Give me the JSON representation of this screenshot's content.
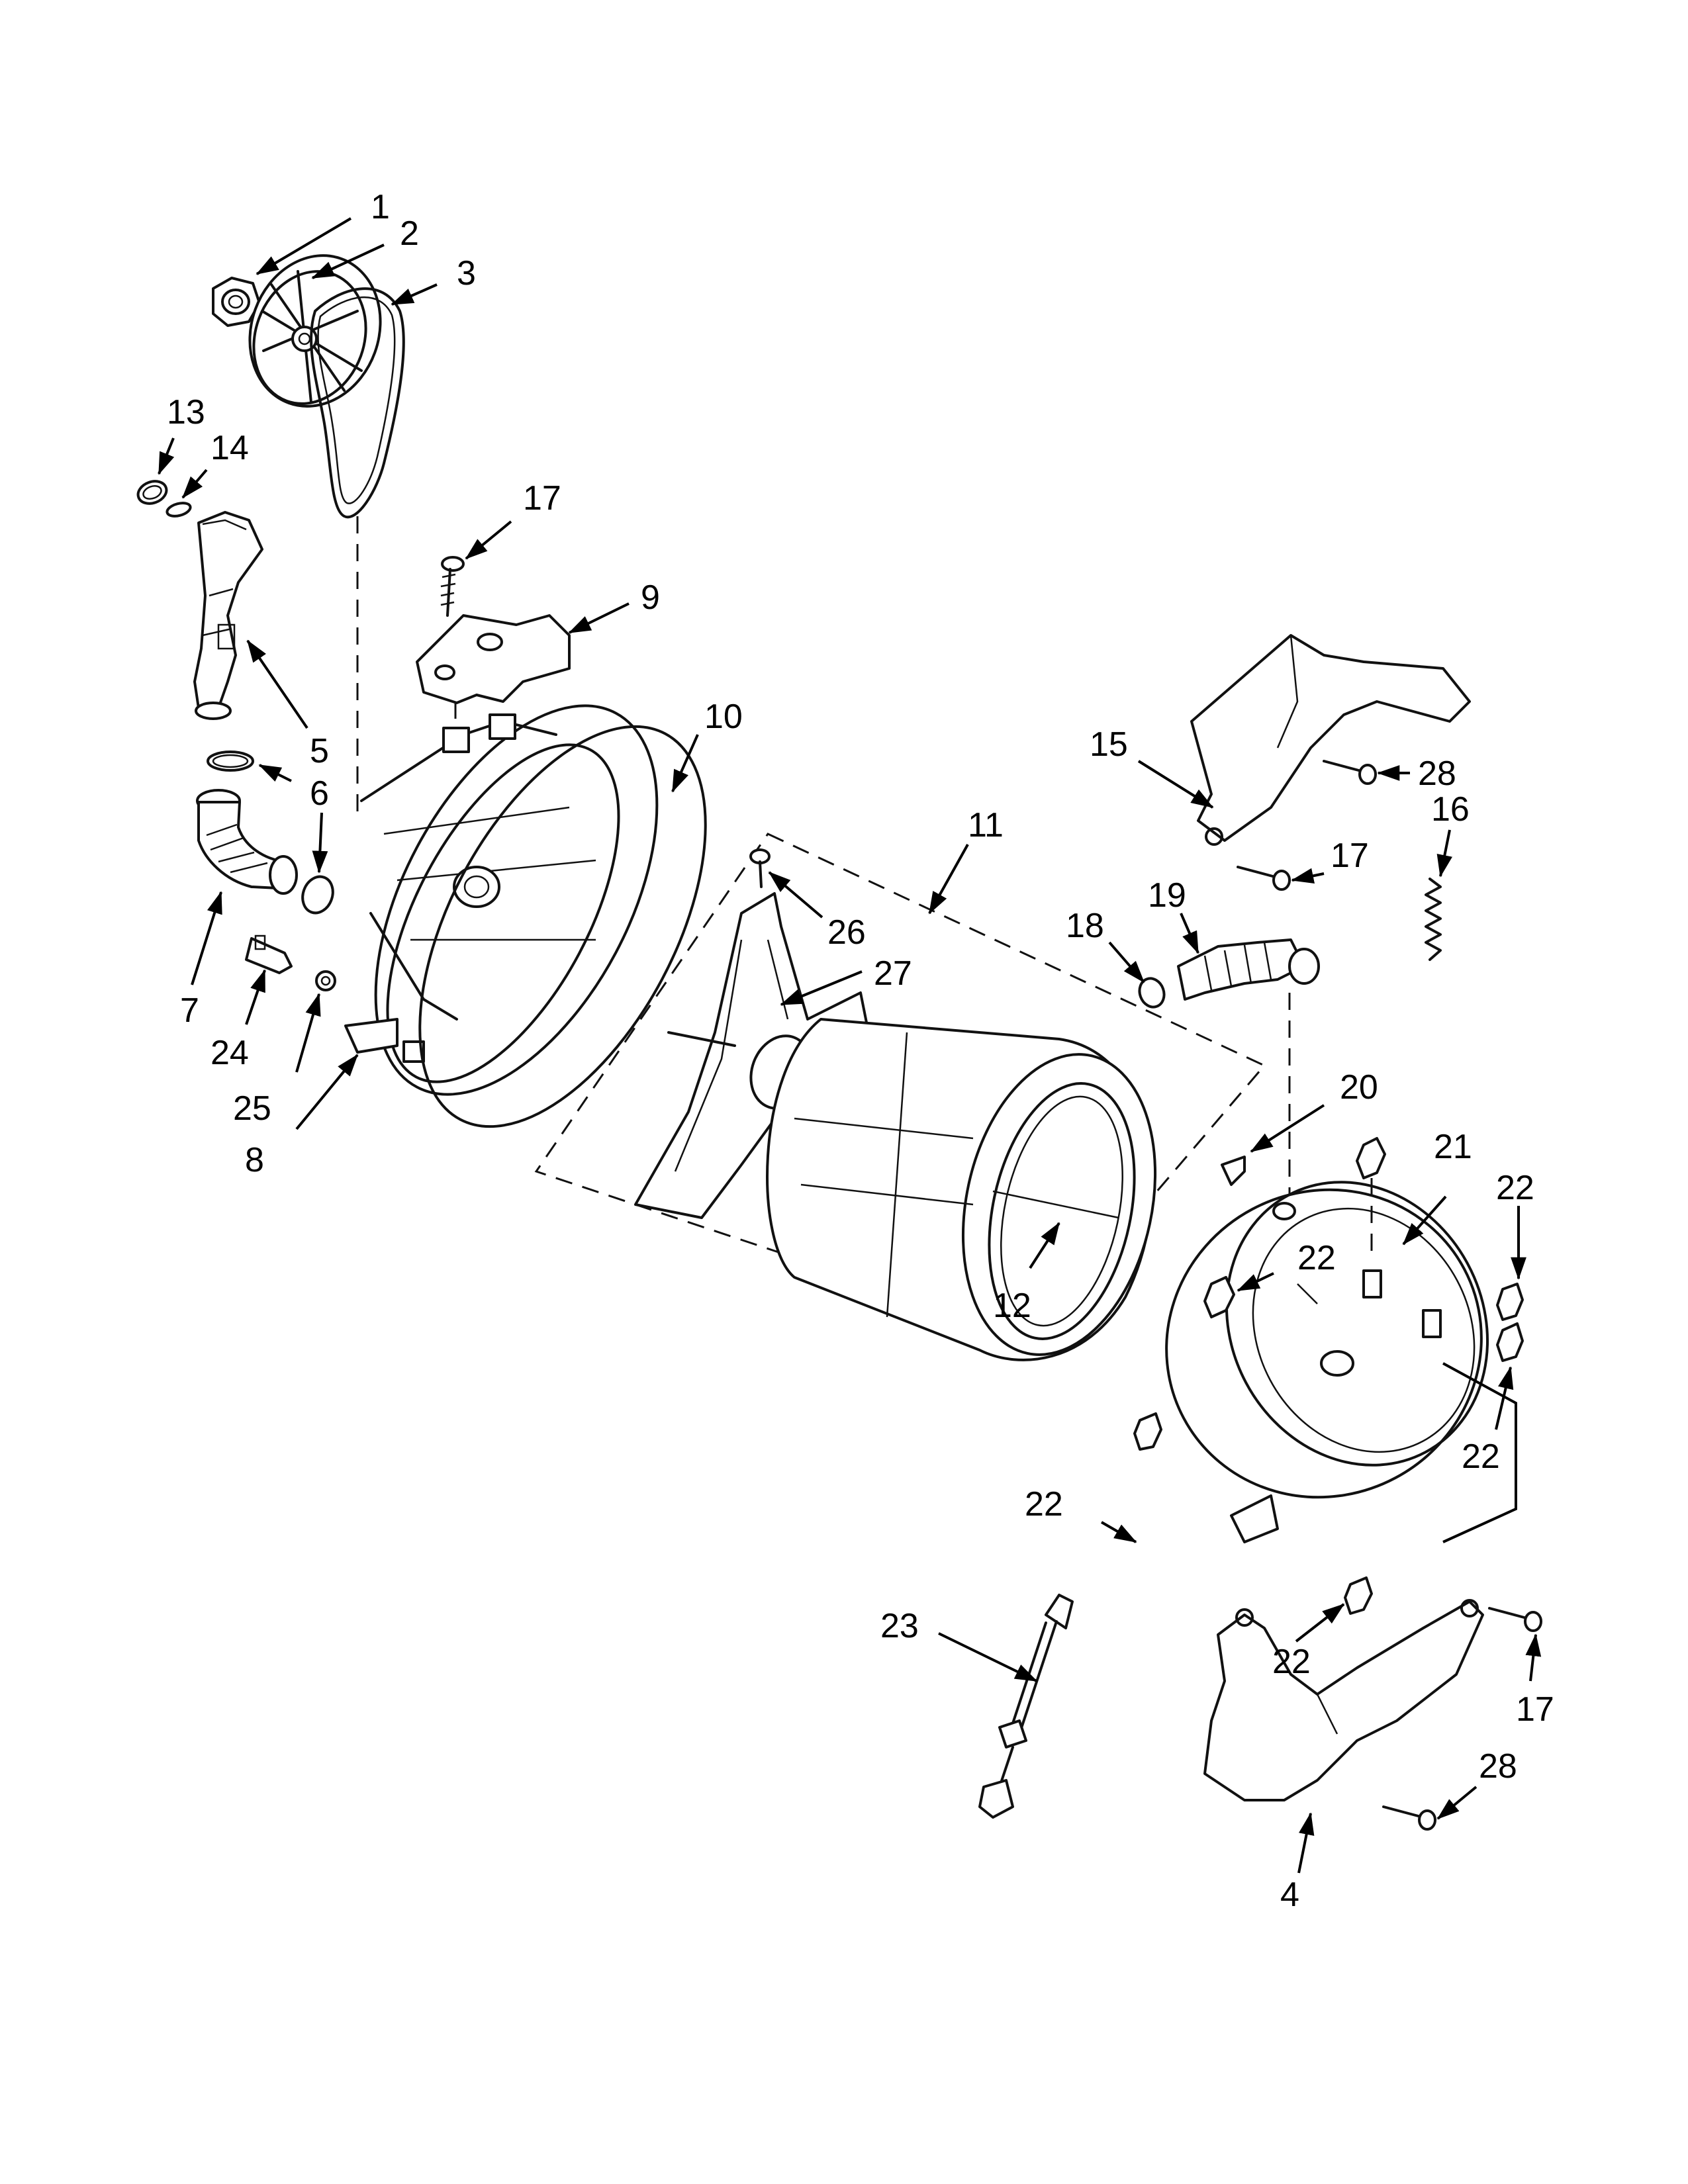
{
  "callouts": [
    {
      "id": "c1",
      "label": "1"
    },
    {
      "id": "c2",
      "label": "2"
    },
    {
      "id": "c3",
      "label": "3"
    },
    {
      "id": "c13",
      "label": "13"
    },
    {
      "id": "c14",
      "label": "14"
    },
    {
      "id": "c17a",
      "label": "17"
    },
    {
      "id": "c9",
      "label": "9"
    },
    {
      "id": "c5",
      "label": "5"
    },
    {
      "id": "c6",
      "label": "6"
    },
    {
      "id": "c10",
      "label": "10"
    },
    {
      "id": "c7",
      "label": "7"
    },
    {
      "id": "c24",
      "label": "24"
    },
    {
      "id": "c25",
      "label": "25"
    },
    {
      "id": "c8",
      "label": "8"
    },
    {
      "id": "c11",
      "label": "11"
    },
    {
      "id": "c26",
      "label": "26"
    },
    {
      "id": "c27",
      "label": "27"
    },
    {
      "id": "c12",
      "label": "12"
    },
    {
      "id": "c15",
      "label": "15"
    },
    {
      "id": "c28a",
      "label": "28"
    },
    {
      "id": "c16",
      "label": "16"
    },
    {
      "id": "c17b",
      "label": "17"
    },
    {
      "id": "c18",
      "label": "18"
    },
    {
      "id": "c19",
      "label": "19"
    },
    {
      "id": "c20",
      "label": "20"
    },
    {
      "id": "c21",
      "label": "21"
    },
    {
      "id": "c22a",
      "label": "22"
    },
    {
      "id": "c22b",
      "label": "22"
    },
    {
      "id": "c22c",
      "label": "22"
    },
    {
      "id": "c22d",
      "label": "22"
    },
    {
      "id": "c22e",
      "label": "22"
    },
    {
      "id": "c23",
      "label": "23"
    },
    {
      "id": "c17c",
      "label": "17"
    },
    {
      "id": "c28b",
      "label": "28"
    },
    {
      "id": "c4",
      "label": "4"
    }
  ]
}
